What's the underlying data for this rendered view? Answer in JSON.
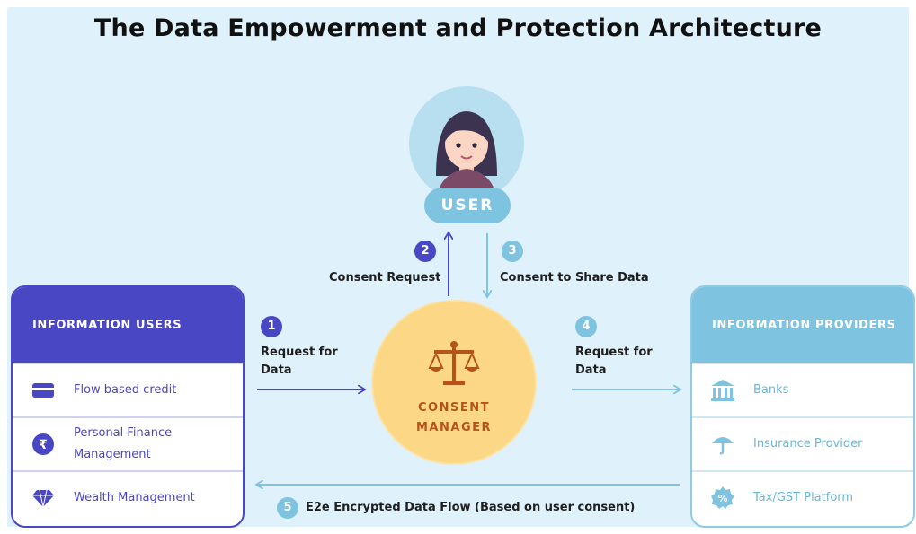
{
  "title": "The Data Empowerment and Protection Architecture",
  "user": {
    "label": "USER"
  },
  "steps": [
    {
      "num": "1",
      "label_line1": "Request for",
      "label_line2": "Data"
    },
    {
      "num": "2",
      "label": "Consent Request"
    },
    {
      "num": "3",
      "label": "Consent to Share Data"
    },
    {
      "num": "4",
      "label_line1": "Request for",
      "label_line2": "Data"
    },
    {
      "num": "5",
      "label": "E2e Encrypted Data Flow (Based on user consent)"
    }
  ],
  "consent_manager": {
    "line1": "CONSENT",
    "line2": "MANAGER",
    "icon": "scales-icon"
  },
  "information_users": {
    "heading": "INFORMATION USERS",
    "items": [
      {
        "label": "Flow based credit",
        "icon": "credit-card-icon"
      },
      {
        "label_line1": "Personal Finance",
        "label_line2": "Management",
        "icon": "rupee-icon"
      },
      {
        "label": "Wealth Management",
        "icon": "diamond-icon"
      }
    ]
  },
  "information_providers": {
    "heading": "INFORMATION PROVIDERS",
    "items": [
      {
        "label": "Banks",
        "icon": "bank-icon"
      },
      {
        "label": "Insurance Provider",
        "icon": "umbrella-icon"
      },
      {
        "label": "Tax/GST Platform",
        "icon": "percent-badge-icon"
      }
    ]
  },
  "colors": {
    "users_accent": "#4a47c4",
    "providers_accent": "#7ec3e0",
    "consent_manager_fill": "#fcd785",
    "background": "#dff1fa"
  }
}
